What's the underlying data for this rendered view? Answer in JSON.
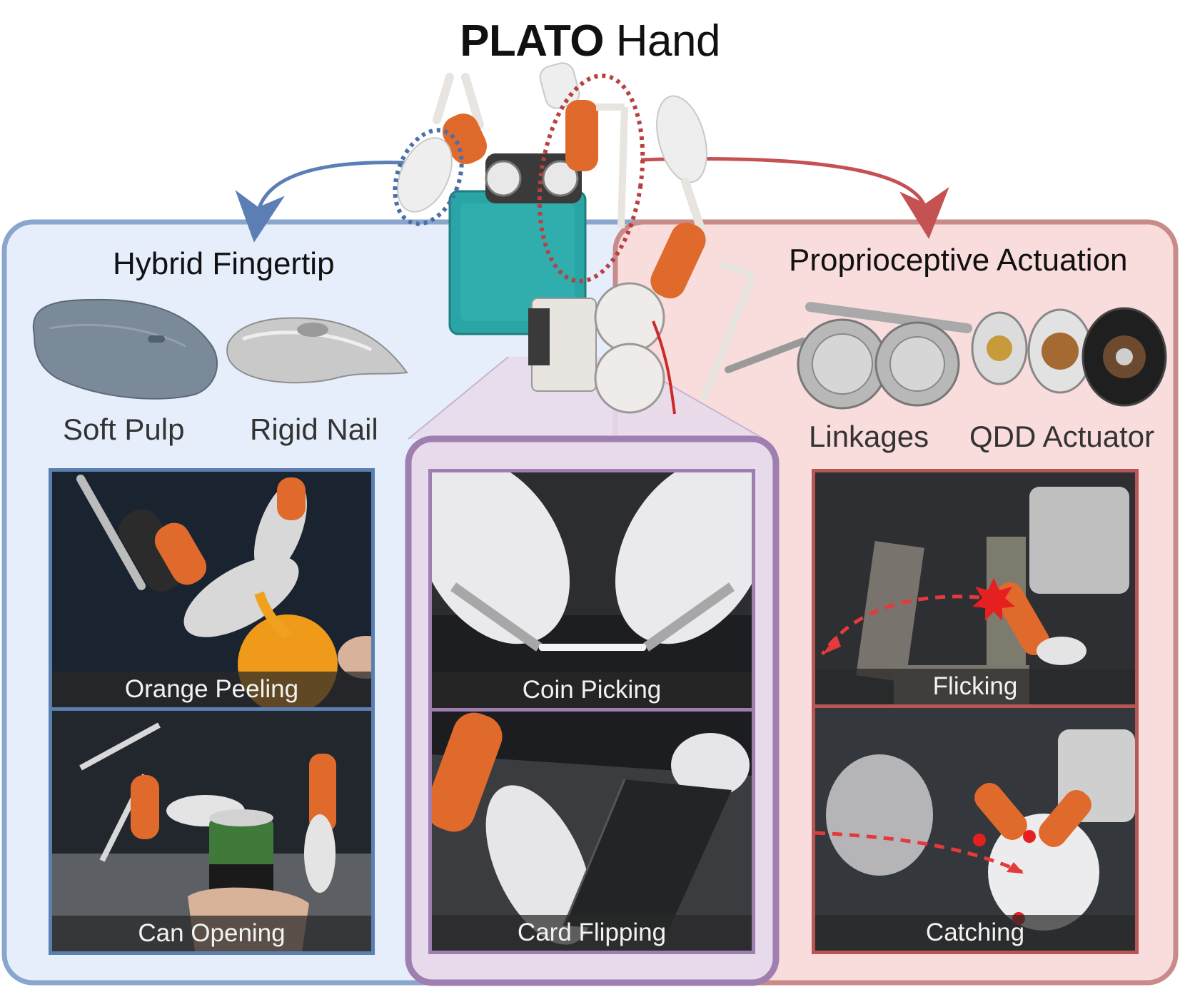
{
  "title": {
    "bold": "PLATO",
    "rest": "Hand"
  },
  "left_panel": {
    "title": "Hybrid Fingertip",
    "components": [
      "Soft Pulp",
      "Rigid Nail"
    ],
    "tasks": [
      "Orange Peeling",
      "Can Opening"
    ]
  },
  "center_panel": {
    "tasks": [
      "Coin Picking",
      "Card Flipping"
    ]
  },
  "right_panel": {
    "title": "Proprioceptive Actuation",
    "components": [
      "Linkages",
      "QDD Actuator"
    ],
    "tasks": [
      "Flicking",
      "Catching"
    ]
  },
  "colors": {
    "blue_panel_fill": "#e6eefb",
    "blue_panel_border": "#8aa6cc",
    "blue_tile_border": "#5a7fb0",
    "red_panel_fill": "#f9dcdc",
    "red_panel_border": "#c98a8a",
    "red_tile_border": "#b85555",
    "purple_panel_fill": "#e7daea",
    "purple_panel_border": "#9e7fb0",
    "blue_arrow": "#5b7fb5",
    "red_arrow": "#c55252",
    "teal_body": "#2aa5a5",
    "orange_link": "#e06a2c"
  }
}
